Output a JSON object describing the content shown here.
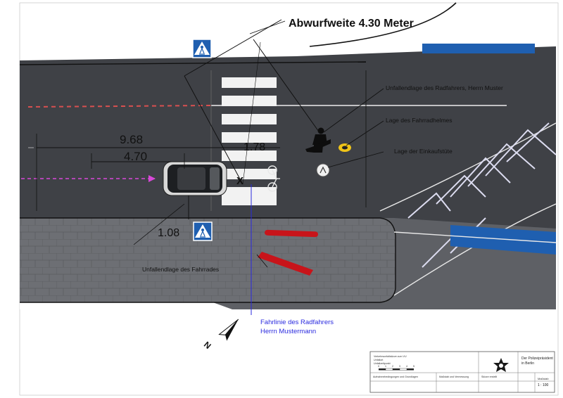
{
  "title": "Abwurfweite 4.30 Meter",
  "measurements": {
    "total": "9.68",
    "car_length": "4.70",
    "bike_gap": "1.78",
    "side_offset": "1.08"
  },
  "annotations": {
    "cyclist_position": "Unfallendlage des Radfahrers, Herrn Muster",
    "helmet_position": "Lage des Fahrradhelmes",
    "bag_position": "Lage der Einkaufstüte",
    "bicycle_position": "Unfallendlage des Fahrrades"
  },
  "path_label": {
    "line1": "Fahrlinie des Radfahrers",
    "line2": "Herrn Mustermann"
  },
  "impact_marker": "X",
  "compass": {
    "north_letter": "N"
  },
  "title_block": {
    "case": [
      "Verkehrsunfallskizze zum VU",
      "Unfallort",
      "Unfallzeitpunkt"
    ],
    "notes": [
      "Aufnahmebedingungen und Grundlagen",
      "Maßstab und Vermessung",
      "Skizze erstellt"
    ],
    "authority": [
      "Der Polizeipräsident",
      "in Berlin"
    ],
    "sheet": [
      "Maßstab",
      "1 : 100"
    ],
    "scale_ticks": [
      "0",
      "1",
      "2",
      "3",
      "4",
      "5"
    ]
  },
  "colors": {
    "asphalt": "#3f4146",
    "sidewalk": "#6b6d72",
    "sign_blue": "#1f5fb0",
    "path_blue": "#2a2adf",
    "impact_red": "#e2231a",
    "bike_trace": "#c8141a",
    "lane_magenta": "#d848d8"
  },
  "icons": [
    "pedestrian-crossing-sign-icon",
    "north-arrow-icon",
    "pedestrian-figure-icon",
    "police-star-icon"
  ]
}
